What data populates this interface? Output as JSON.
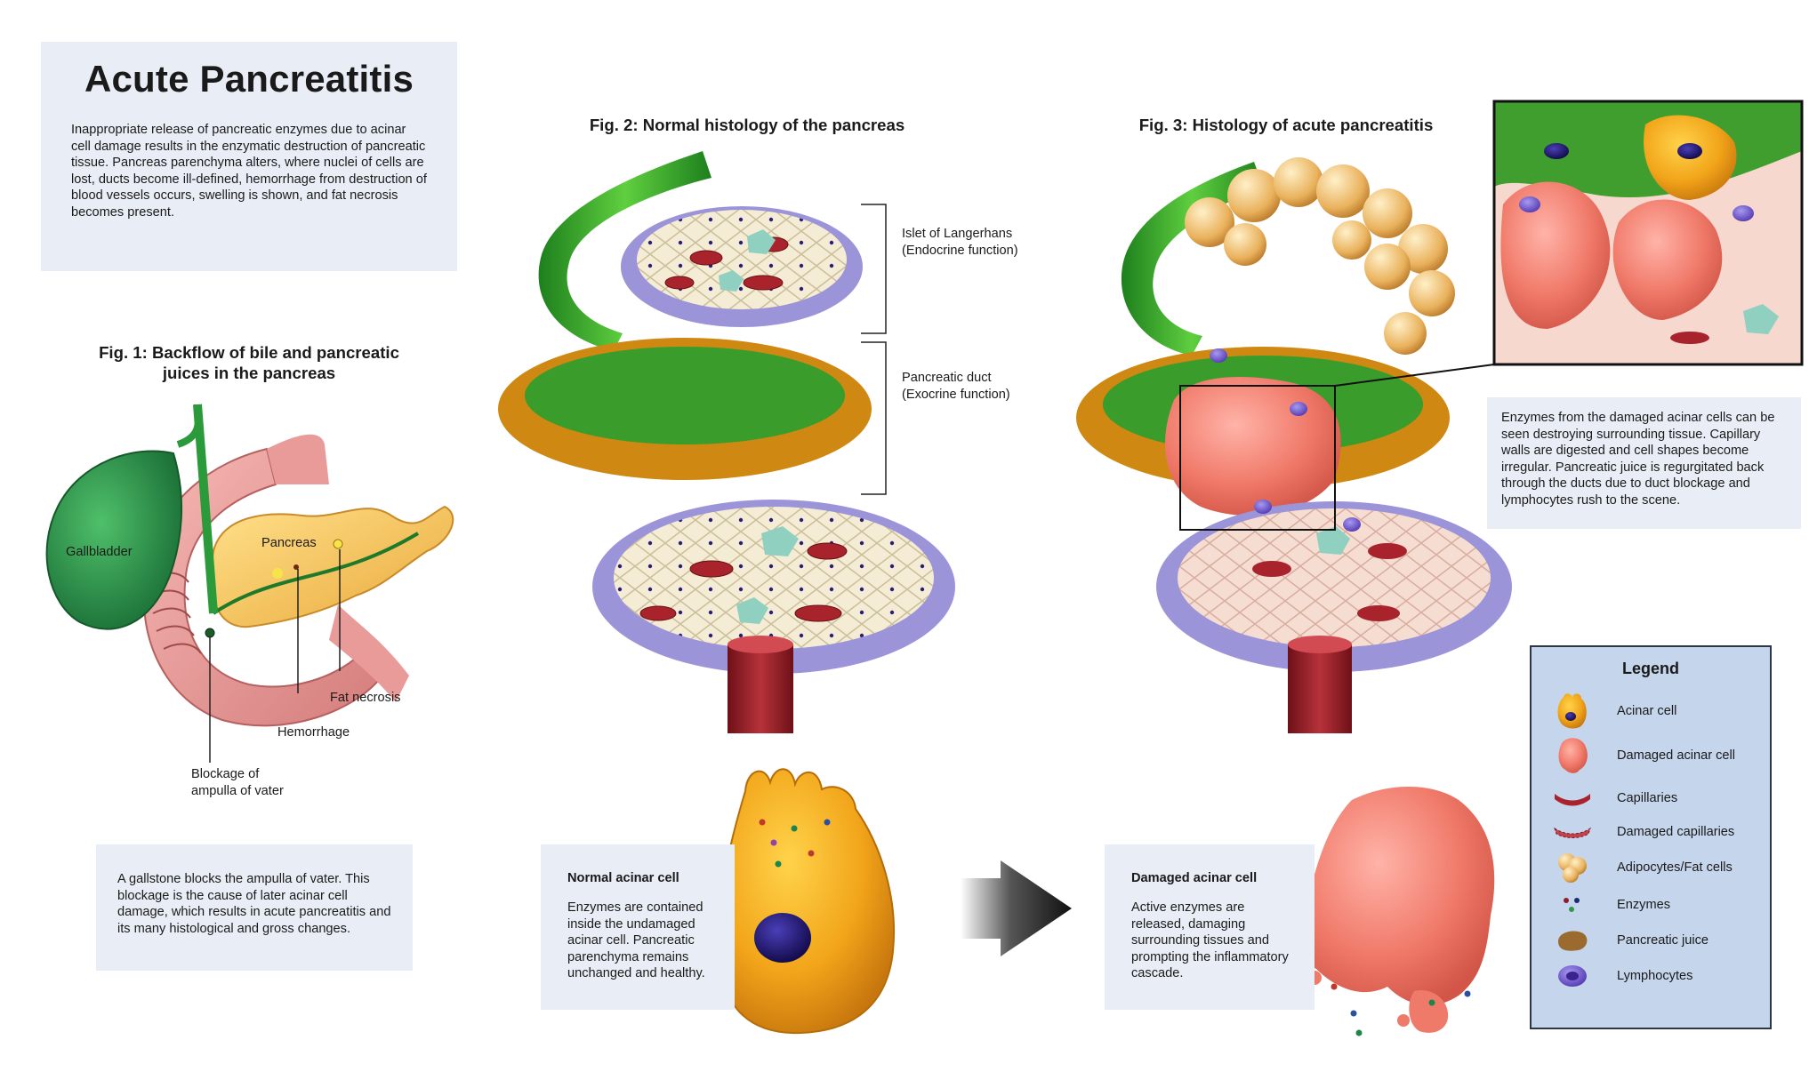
{
  "title": "Acute Pancreatitis",
  "intro": "Inappropriate release of pancreatic enzymes due to acinar cell damage results in the enzymatic destruction of pancreatic tissue. Pancreas parenchyma alters, where nuclei of cells are lost, ducts become ill-defined, hemorrhage from destruction of blood vessels occurs, swelling is shown, and fat necrosis becomes present.",
  "fig1": {
    "title_line1": "Fig. 1: Backflow of bile and pancreatic",
    "title_line2": "juices in the pancreas",
    "labels": {
      "gallbladder": "Gallbladder",
      "pancreas": "Pancreas",
      "fat_necrosis": "Fat necrosis",
      "hemorrhage": "Hemorrhage",
      "blockage_line1": "Blockage of",
      "blockage_line2": "ampulla of vater"
    },
    "note": "A gallstone blocks the ampulla of vater. This blockage is the cause of later acinar cell damage, which results in acute pancreatitis and its many histological and gross changes."
  },
  "fig2": {
    "title": "Fig. 2: Normal histology of the pancreas",
    "labels": {
      "islet_line1": "Islet of Langerhans",
      "islet_line2": "(Endocrine function)",
      "duct_line1": "Pancreatic duct",
      "duct_line2": "(Exocrine function)"
    },
    "normal_cell": {
      "heading": "Normal acinar cell",
      "text": "Enzymes are contained inside the undamaged acinar cell. Pancreatic parenchyma remains unchanged and healthy."
    }
  },
  "fig3": {
    "title": "Fig. 3: Histology of acute pancreatitis",
    "note": "Enzymes from the damaged acinar cells can be seen destroying surrounding tissue. Capillary walls are digested and cell shapes become irregular. Pancreatic juice is regurgitated back through the ducts due to duct blockage and lymphocytes rush to the scene.",
    "damaged_cell": {
      "heading": "Damaged acinar cell",
      "text": "Active enzymes are released, damaging surrounding tissues and prompting the inflammatory cascade."
    }
  },
  "legend": {
    "title": "Legend",
    "items": [
      {
        "label": "Acinar cell",
        "icon": "acinar-cell-icon"
      },
      {
        "label": "Damaged acinar cell",
        "icon": "damaged-acinar-cell-icon"
      },
      {
        "label": "Capillaries",
        "icon": "capillary-icon"
      },
      {
        "label": "Damaged capillaries",
        "icon": "damaged-capillary-icon"
      },
      {
        "label": "Adipocytes/Fat cells",
        "icon": "adipocyte-icon"
      },
      {
        "label": "Enzymes",
        "icon": "enzymes-icon"
      },
      {
        "label": "Pancreatic juice",
        "icon": "pancreatic-juice-icon"
      },
      {
        "label": "Lymphocytes",
        "icon": "lymphocyte-icon"
      }
    ]
  },
  "colors": {
    "panel_bg": "#e9eef6",
    "legend_bg": "#c5d5ec",
    "acinar": "#f2a51a",
    "damaged": "#f07a6a",
    "duct_green": "#2f9a2f",
    "islet_purple": "#8f86cf",
    "capillary_red": "#a8232b",
    "nucleus": "#2a1d7a"
  }
}
